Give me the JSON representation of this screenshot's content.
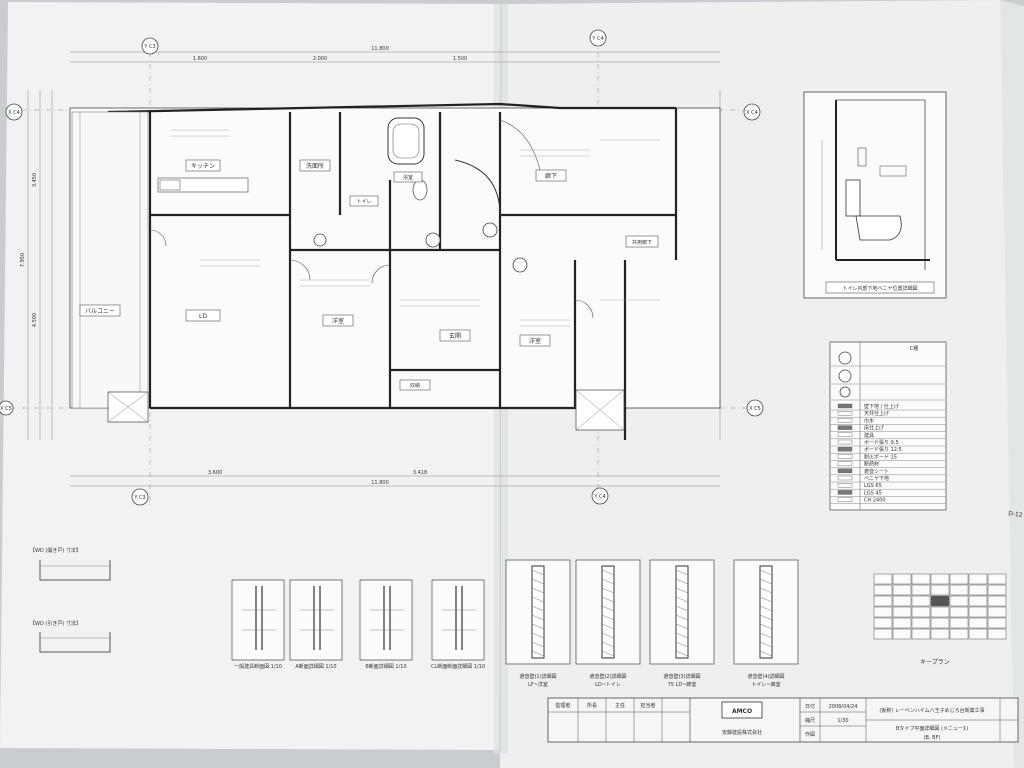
{
  "grid_labels": {
    "y4_top": "Y C4",
    "y3_top": "Y C3",
    "y3_bottom": "Y C3",
    "y4_bottom": "Y C4",
    "x4_left": "X C4",
    "x4_right": "X C4",
    "x5_left": "X C5",
    "x5_right": "X C5"
  },
  "dims": {
    "top_total": "11.800",
    "bottom_total": "11.800",
    "bottom_a": "3.600",
    "bottom_b": "3.418",
    "left_a": "3.450",
    "left_b": "4.500",
    "left_total": "7.950",
    "top_seg_a": "1.600",
    "top_seg_b": "2.000",
    "top_seg_c": "1.500"
  },
  "rooms": {
    "balcony": "バルコニー",
    "kitchen": "キッチン",
    "living": "LD",
    "bedroom1": "洋室",
    "bedroom2": "洋室",
    "bath": "浴室",
    "toilet": "トイレ",
    "entrance": "玄関",
    "washroom": "洗面所",
    "hall": "廊下",
    "storage": "収納",
    "corridor_outside": "共用廊下"
  },
  "inset_caption": "トイレ内部下地ベニヤ位置詳細図",
  "legend_title": "C種",
  "legend_rows": [
    "壁下地 / 仕上げ",
    "天井仕上げ",
    "巾木",
    "床仕上げ",
    "建具",
    "ボード張り 9.5",
    "ボード張り 12.5",
    "耐火ボード 15",
    "断熱材",
    "遮音シート",
    "ベニヤ下地",
    "LGS 65",
    "LGS 45",
    "CH 2400"
  ],
  "key_plan_label": "キープラン",
  "key_plan_stamp": "D-12",
  "wd_top": "【WD (開き戸) 寸法】",
  "wd_bottom": "【WD (引き戸) 寸法】",
  "details": [
    {
      "caption": "一般建具断面図 1/10"
    },
    {
      "caption": "A断面詳細図 1/10"
    },
    {
      "caption": "B断面詳細図 1/10"
    },
    {
      "caption": "CL断面断面詳細図 1/10"
    }
  ],
  "wall_details": [
    {
      "title": "遮音壁(1)詳細図",
      "sub": "LF~洋室"
    },
    {
      "title": "遮音壁(2)詳細図",
      "sub": "LD~トイレ"
    },
    {
      "title": "遮音壁(3)詳細図",
      "sub": "75 LD~廊室"
    },
    {
      "title": "遮音壁(4)詳細図",
      "sub": "トイレ~廊室"
    }
  ],
  "title_block": {
    "headers": [
      "監理者",
      "所長",
      "主任",
      "担当者"
    ],
    "logo": "AMCO",
    "company": "安藤建設株式会社",
    "date_label": "日付",
    "date": "2008/04/24",
    "scale_label": "縮尺",
    "scale": "1/30",
    "work_label": "作図",
    "project": "(仮称) レーベンハイム八王子めじろ台新築工事",
    "drawing_title": "Bタイプ平面詳細図 (メニュー1)",
    "drawing_sub": "(B, BF)"
  }
}
